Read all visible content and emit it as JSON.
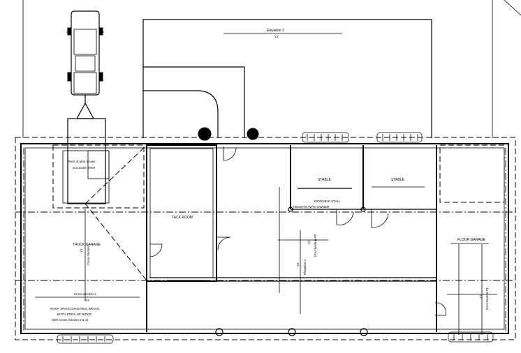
{
  "labels": {
    "elevation_2": "Elevation 2",
    "elevation_2_sheet": "Y3",
    "parts_reference": "Parts of plan shown",
    "parts_reference_2": "at 5 Scale sheet",
    "tack_room": "TACK ROOM",
    "stable_1": "STABLE",
    "stable_2": "STABLE",
    "dbl_stall": "DIDOUBLE STALL",
    "dbl_stall_note": "HEIGHTS WITH OWNER",
    "truck_garage": "TRUCK GARAGE",
    "cross_section_1": "Cross Section",
    "cross_section_1_sheet": "Y1",
    "cross_section_2": "Cross Section 2",
    "cross_section_2_sheet": "Y3",
    "roof_note_1": "ROOF SPACE DIAGONAL BRACE",
    "roof_note_2": "BOTH ENDS OF RIDGE",
    "roof_note_3": "(See Cross Section 2 & 3)",
    "elevation_1": "Elevation 1",
    "elevation_1_sheet": "Y2",
    "post_section_2": "Post Section P2",
    "post_section_2_sheet": "Y1",
    "floor_garage": "FLOOR GARAGE",
    "post_section_1": "Post Section P1",
    "post_section_1_sheet": "Y1"
  }
}
